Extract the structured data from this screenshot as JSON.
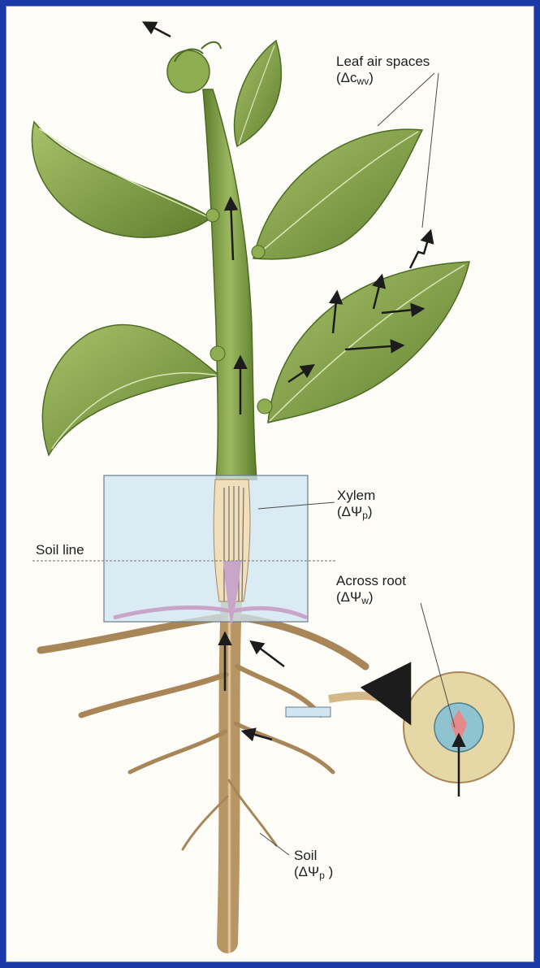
{
  "labels": {
    "leaf_air_spaces": {
      "title": "Leaf air spaces",
      "delta": "(Δc",
      "sub": "wv",
      "close": ")"
    },
    "xylem": {
      "title": "Xylem",
      "delta": "(ΔΨ",
      "sub": "p",
      "close": ")"
    },
    "soil_line": {
      "title": "Soil line"
    },
    "across_root": {
      "title": "Across root",
      "delta": "(ΔΨ",
      "sub": "w",
      "close": ")"
    },
    "soil": {
      "title": "Soil",
      "delta": "(ΔΨ",
      "sub": "p",
      "close": " )"
    }
  },
  "colors": {
    "frame_border": "#1a3aa8",
    "leaf": "#7f9f45",
    "leaf_dark": "#4c6b24",
    "stem": "#7a9a42",
    "root": "#d4b88a",
    "xylem_inset": "#cfe6f2",
    "xylem_core": "#c9a5c9",
    "cortex_cells": "#e6d7a6",
    "endodermis": "#e58a8a",
    "stele": "#8fc3d0",
    "arrow": "#1c1c1c"
  },
  "icons": [
    "up-arrow-icon",
    "transpiration-arrow-icon"
  ]
}
